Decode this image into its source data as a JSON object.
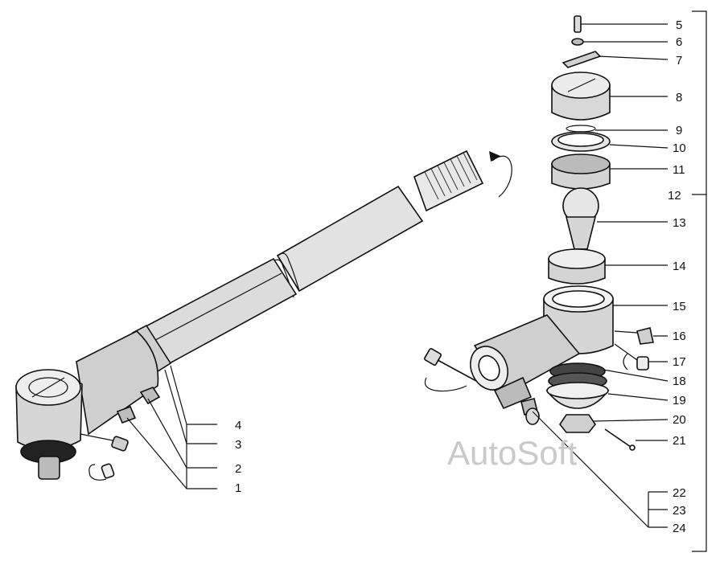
{
  "diagram": {
    "callouts": {
      "c1": "1",
      "c2": "2",
      "c3": "3",
      "c4": "4",
      "c5": "5",
      "c6": "6",
      "c7": "7",
      "c8": "8",
      "c9": "9",
      "c10": "10",
      "c11": "11",
      "c12": "12",
      "c13": "13",
      "c14": "14",
      "c15": "15",
      "c16": "16",
      "c17": "17",
      "c18": "18",
      "c19": "19",
      "c20": "20",
      "c21": "21",
      "c22": "22",
      "c23": "23",
      "c24": "24"
    },
    "watermark": "AutoSoft",
    "colors": {
      "line": "#111111",
      "body": "#e4e4e4",
      "shade": "#bdbdbd",
      "watermark": "#c9c9c9"
    }
  }
}
